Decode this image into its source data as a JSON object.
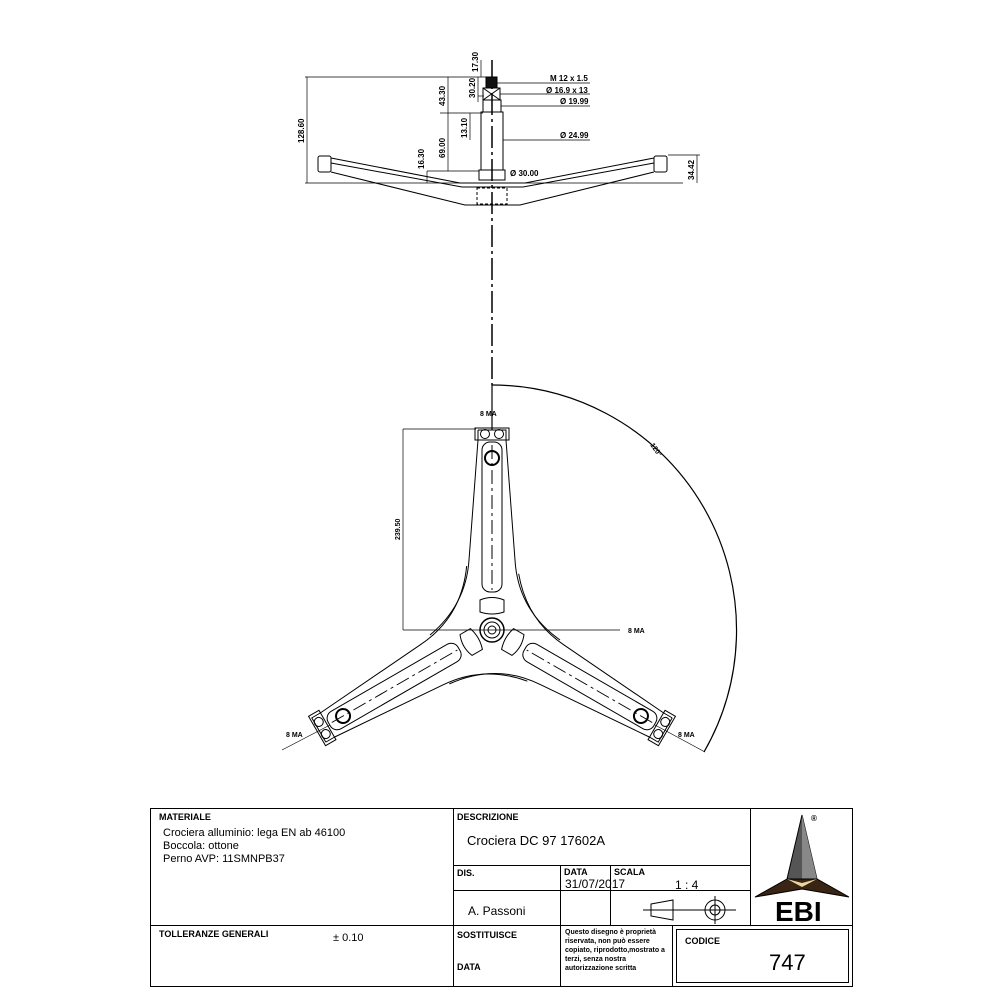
{
  "side_view": {
    "dims": {
      "overall_height": "128.60",
      "d43": "43.30",
      "d30": "30.20",
      "d17": "17.30",
      "d13": "13.10",
      "d69": "69.00",
      "d16": "16.30",
      "arm_height": "34.42"
    },
    "callouts": {
      "thread": "M 12 x 1.5",
      "bush": "Ø 16.9 x 13",
      "d1999": "Ø 19.99",
      "d2499": "Ø 24.99",
      "d3000": "Ø 30.00"
    }
  },
  "plan_view": {
    "arm_length": "239.50",
    "angle": "120°",
    "thread_top": "8 MA",
    "thread_center": "8 MA",
    "thread_left": "8 MA",
    "thread_right": "8 MA"
  },
  "title_block": {
    "materiale_label": "MATERIALE",
    "materiale_lines": [
      "Crociera alluminio: lega EN ab 46100",
      "Boccola: ottone",
      "Perno AVP: 11SMNPB37"
    ],
    "tolleranze_label": "TOLLERANZE GENERALI",
    "tolleranze_value": "± 0.10",
    "descrizione_label": "DESCRIZIONE",
    "descrizione_value": "Crociera DC 97 17602A",
    "dis_label": "DIS.",
    "dis_value": "A. Passoni",
    "data_label": "DATA",
    "data_value": "31/07/2017",
    "scala_label": "SCALA",
    "scala_value": "1 : 4",
    "sostituisce_label": "SOSTITUISCE",
    "sost_data_label": "DATA",
    "note": "Questo disegno è proprietà riservata, non può essere copiato, riprodotto,mostrato a terzi, senza nostra autorizzazione scritta",
    "codice_label": "CODICE",
    "codice_value": "747",
    "logo_text": "EBI",
    "logo_mark": "®"
  }
}
